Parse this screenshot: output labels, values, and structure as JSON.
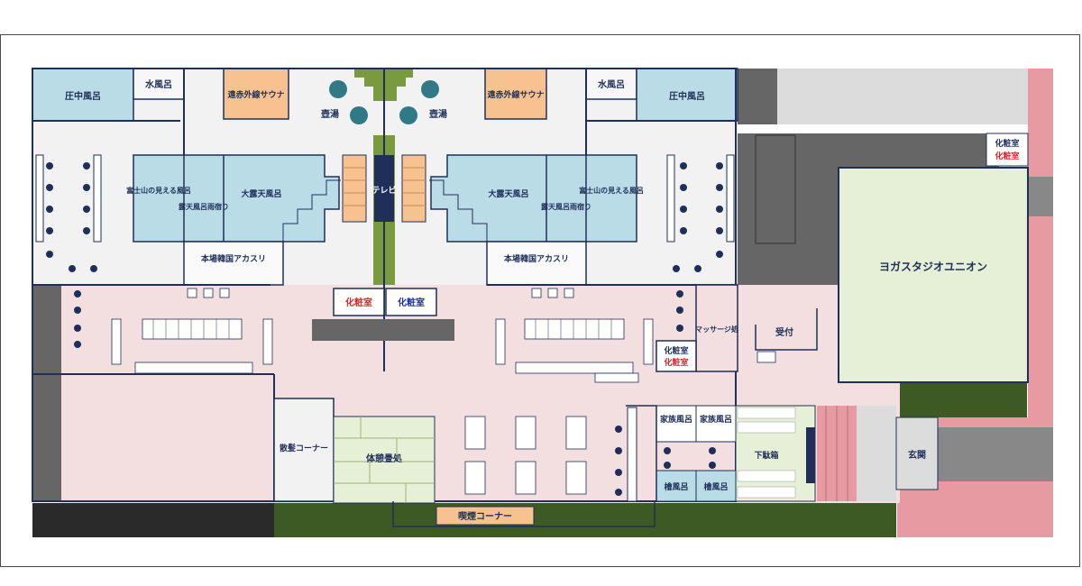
{
  "map": {
    "rooms": {
      "pressure_bath_left": "圧中風呂",
      "pressure_bath_right": "圧中風呂",
      "cold_bath_left": "水風呂",
      "cold_bath_right": "水風呂",
      "far_infrared_sauna_left": "遠赤外線サウナ",
      "far_infrared_sauna_right": "遠赤外線サウナ",
      "jar_bath_left": "壺湯",
      "jar_bath_right": "壺湯",
      "tv": "テレビ",
      "fuji_view_bath_left": "富士山の見える風呂",
      "fuji_view_bath_right": "富士山の見える風呂",
      "rain_bath_left": "露天風呂雨宿り",
      "rain_bath_right": "露天風呂雨宿り",
      "big_outdoor_bath_left": "大露天風呂",
      "big_outdoor_bath_right": "大露天風呂",
      "massage_left": "本場韓国アカスリ",
      "massage_right": "本場韓国アカスリ",
      "powder_room_women": "化粧室",
      "powder_room_men": "化粧室",
      "massage_corner": "マッサージ処",
      "powder_room_small_1": "化粧室",
      "powder_room_small_2": "化粧室",
      "powder_room_top_right_1": "化粧室",
      "powder_room_top_right_2": "化粧室",
      "reception": "受付",
      "studio": "ヨガスタジオユニオン",
      "hair_corner": "散髪コーナー",
      "tatami_rest": "体憩畳処",
      "family_bath_1": "家族風呂",
      "family_bath_2": "家族風呂",
      "shoe_box": "下駄箱",
      "private_bath_1": "檜風呂",
      "private_bath_2": "檜風呂",
      "entrance": "玄関",
      "smoking_corner": "喫煙コーナー"
    },
    "colors": {
      "navy": "#1f2f5a",
      "light_blue": "#b9dce6",
      "orange": "#f7c28f",
      "pink": "#f2dede",
      "dark_grey": "#666666",
      "green": "#3d5a24",
      "pale_green": "#e6f0d7",
      "women_red": "#d8262a",
      "men_blue": "#1d2ea0"
    }
  }
}
